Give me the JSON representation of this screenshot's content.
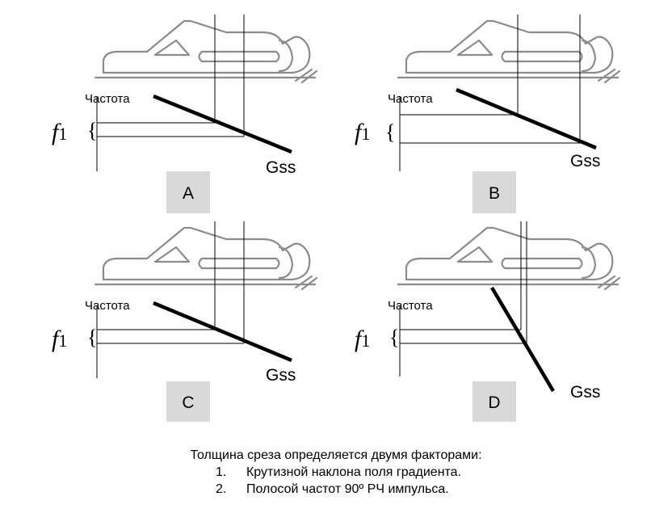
{
  "panels": [
    {
      "id": "A",
      "label": "A",
      "freq_label": "Частота",
      "f_symbol": "f",
      "f_index": "1",
      "gradient_label": "Gss"
    },
    {
      "id": "B",
      "label": "B",
      "freq_label": "Частота",
      "f_symbol": "f",
      "f_index": "1",
      "gradient_label": "Gss"
    },
    {
      "id": "C",
      "label": "C",
      "freq_label": "Частота",
      "f_symbol": "f",
      "f_index": "1",
      "gradient_label": "Gss"
    },
    {
      "id": "D",
      "label": "D",
      "freq_label": "Частота",
      "f_symbol": "f",
      "f_index": "1",
      "gradient_label": "Gss"
    }
  ],
  "caption": {
    "title": "Толщина среза определяется двумя факторами:",
    "items": [
      {
        "num": "1.",
        "text": "Крутизной наклона поля градиента."
      },
      {
        "num": "2.",
        "text": "Полосой частот 90º РЧ импульса."
      }
    ]
  },
  "colors": {
    "outline": "#8c8c8c",
    "label_box": "#d9d9d9",
    "lines": "#000000"
  }
}
